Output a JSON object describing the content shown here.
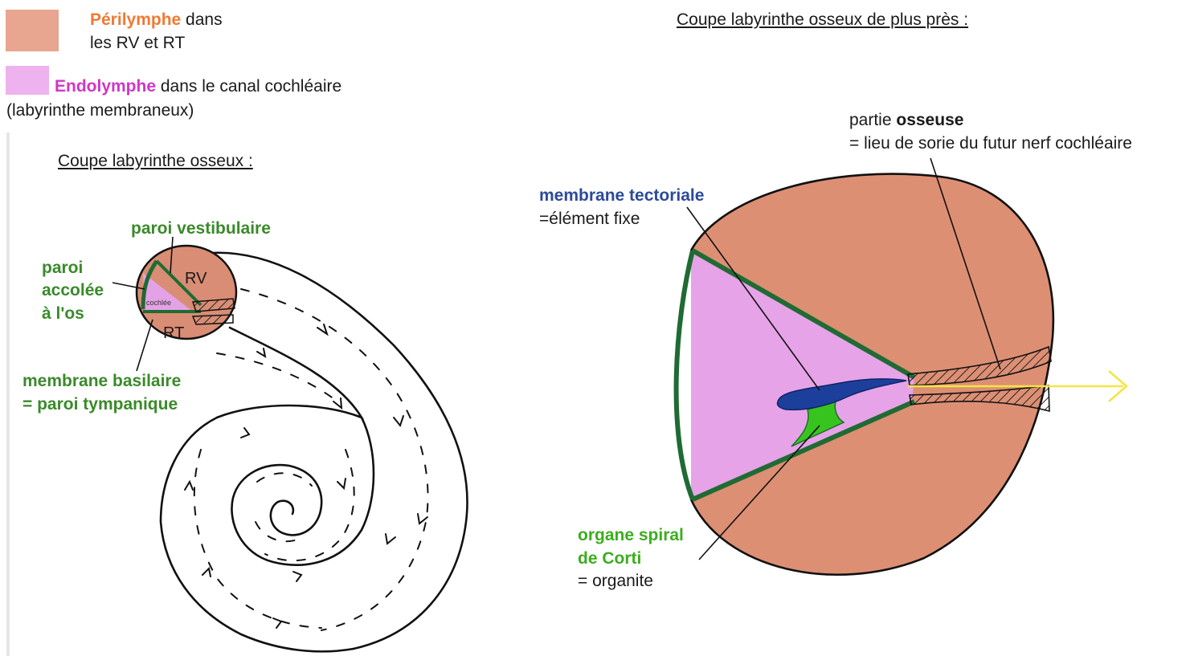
{
  "legend": {
    "perilymphe_term": "Périlymphe",
    "perilymphe_rest1": " dans",
    "perilymphe_rest2": "les RV et RT",
    "endolymphe_term": "Endolymphe",
    "endolymphe_rest": " dans le canal cochléaire",
    "endolymphe_rest2": "(labyrinthe membraneux)"
  },
  "left_figure": {
    "title": "Coupe labyrinthe osseux :",
    "paroi_vestibulaire": "paroi vestibulaire",
    "paroi_accolee_1": "paroi",
    "paroi_accolee_2": "accolée",
    "paroi_accolee_3": "à l'os",
    "rv": "RV",
    "rt": "RT",
    "cochlee": "cochlée",
    "membrane_basilaire_1": "membrane basilaire",
    "membrane_basilaire_2": "= paroi tympanique"
  },
  "right_figure": {
    "title": "Coupe labyrinthe osseux de plus près :",
    "partie_prefix": "partie ",
    "partie_bold": "osseuse",
    "partie_line2": "= lieu de sorie du futur nerf cochléaire",
    "membrane_tectoriale": "membrane tectoriale",
    "element_fixe": "=élément fixe",
    "organe_1": "organe spiral",
    "organe_2": "de Corti",
    "organe_3": "= organite"
  },
  "colors": {
    "perilymphe": "#e8957c",
    "endolymphe": "#e6a3e8",
    "paroi": "#1f6b33",
    "tectoriale": "#1d3f9c",
    "corti": "#38c41e",
    "nerf_arrow": "#f2e640"
  }
}
